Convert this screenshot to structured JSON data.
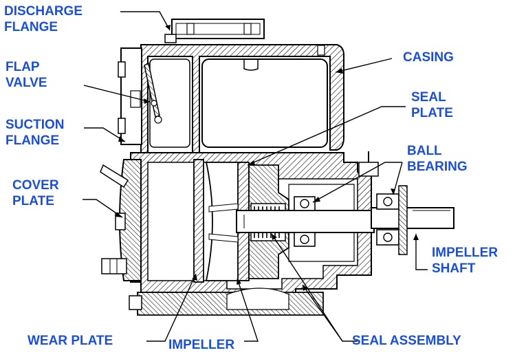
{
  "labels": {
    "discharge_flange": [
      "DISCHARGE",
      "FLANGE"
    ],
    "flap_valve": [
      "FLAP",
      "VALVE"
    ],
    "suction_flange": [
      "SUCTION",
      "FLANGE"
    ],
    "cover_plate": [
      "COVER",
      "PLATE"
    ],
    "casing": "CASING",
    "seal_plate": [
      "SEAL",
      "PLATE"
    ],
    "ball_bearing": [
      "BALL",
      "BEARING"
    ],
    "impeller_shaft": [
      "IMPELLER",
      "SHAFT"
    ],
    "wear_plate": "WEAR PLATE",
    "impeller": "IMPELLER",
    "seal_assembly": "SEAL ASSEMBLY"
  },
  "colors": {
    "label": "#1a4fd6",
    "line": "#000000",
    "hatch": "#000000",
    "background": "#ffffff"
  }
}
